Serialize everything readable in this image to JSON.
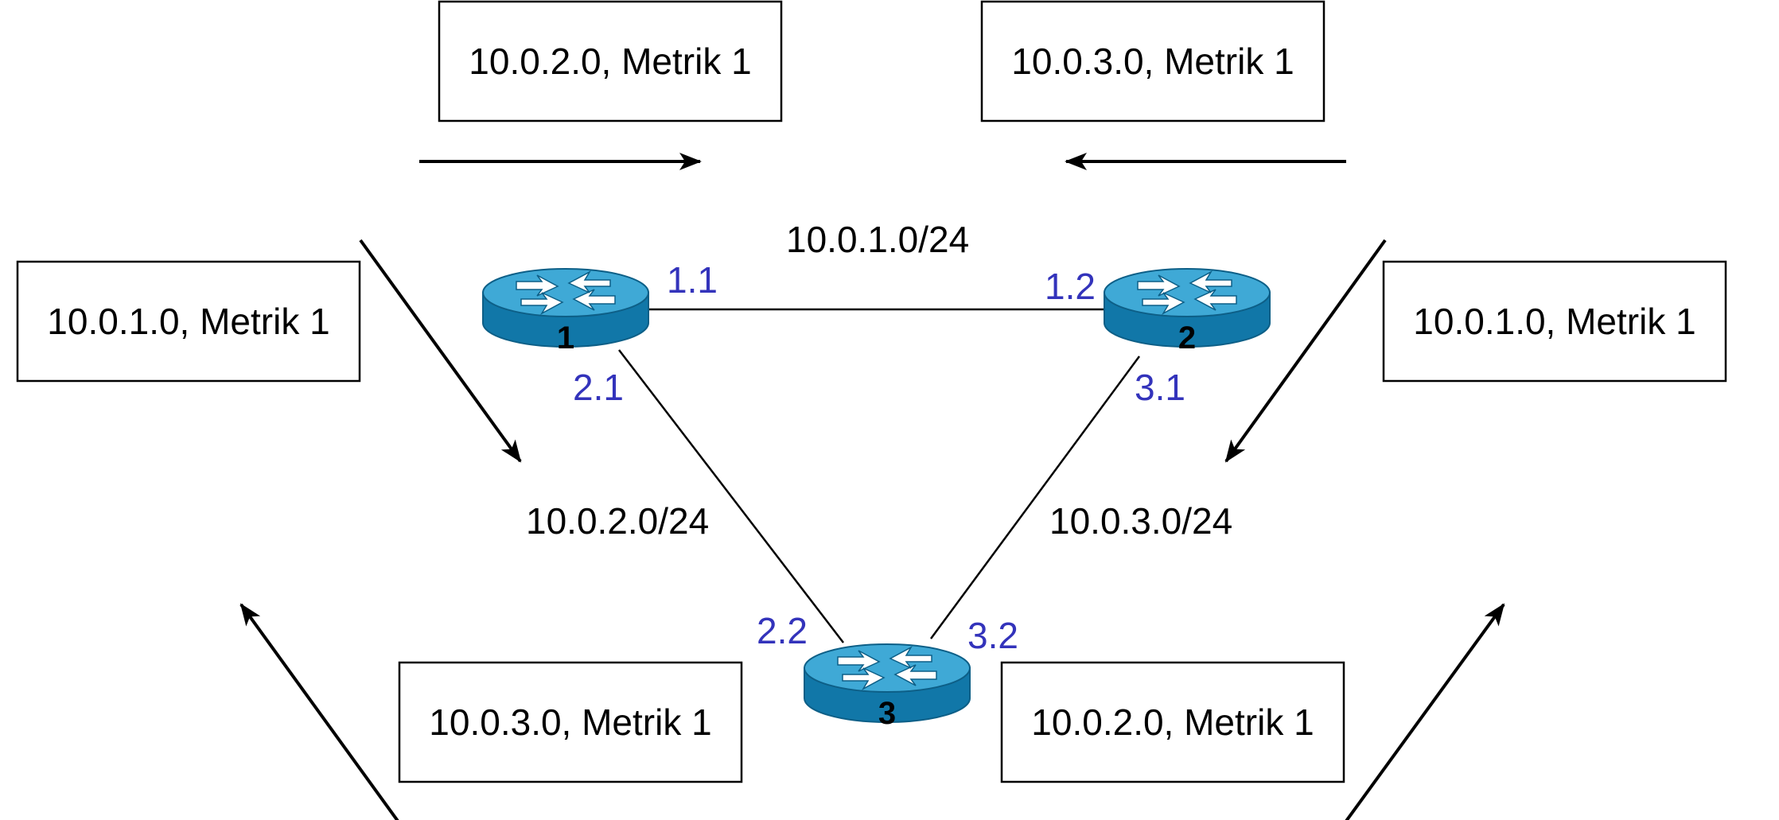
{
  "routers": [
    {
      "id": "1"
    },
    {
      "id": "2"
    },
    {
      "id": "3"
    }
  ],
  "networks": {
    "net_1_2": "10.0.1.0/24",
    "net_1_3": "10.0.2.0/24",
    "net_2_3": "10.0.3.0/24"
  },
  "interfaces": {
    "r1_net1": "1.1",
    "r2_net1": "1.2",
    "r1_net2": "2.1",
    "r3_net2": "2.2",
    "r2_net3": "3.1",
    "r3_net3": "3.2"
  },
  "updates": {
    "r1_to_r2": "10.0.2.0, Metrik 1",
    "r2_to_r1": "10.0.3.0, Metrik 1",
    "r1_to_r3": "10.0.1.0, Metrik 1",
    "r2_to_r3": "10.0.1.0, Metrik 1",
    "r3_to_r1": "10.0.3.0, Metrik 1",
    "r3_to_r2": "10.0.2.0, Metrik 1"
  },
  "colors": {
    "router_top": "#3fa9d6",
    "router_side": "#1177a8",
    "interface_label": "#3333bb"
  }
}
